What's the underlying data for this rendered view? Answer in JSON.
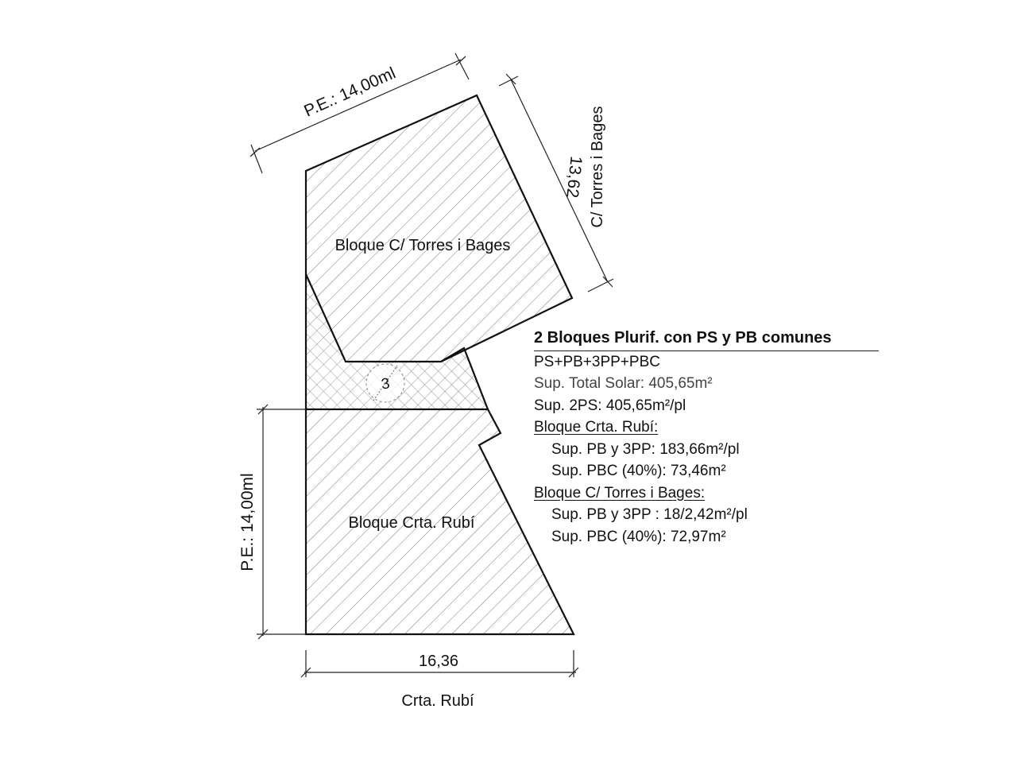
{
  "blocks": {
    "top": {
      "label": "Bloque C/ Torres i Bages"
    },
    "bottom": {
      "label": "Bloque Crta. Rubí"
    },
    "shared_marker": "3"
  },
  "dimensions": {
    "top_edge": "P.E.: 14,00ml",
    "right_edge_value": "13,62",
    "left_edge": "P.E.: 14,00ml",
    "bottom_edge": "16,36"
  },
  "streets": {
    "right": "C/ Torres i Bages",
    "bottom": "Crta. Rubí"
  },
  "info": {
    "title": "2 Bloques Plurif. con PS y PB comunes",
    "lines": [
      {
        "text": "PS+PB+3PP+PBC",
        "style": "plain"
      },
      {
        "text": "Sup. Total Solar: 405,65m²",
        "style": "plain"
      },
      {
        "text": "Sup. 2PS: 405,65m²/pl",
        "style": "plain"
      },
      {
        "text": "Bloque Crta. Rubí:",
        "style": "underline"
      },
      {
        "text": "Sup. PB y 3PP: 183,66m²/pl",
        "style": "indent"
      },
      {
        "text": "Sup. PBC (40%): 73,46m²",
        "style": "indent"
      },
      {
        "text": "Bloque C/ Torres i Bages:",
        "style": "underline"
      },
      {
        "text": "Sup. PB y 3PP : 18/2,42m²/pl",
        "style": "indent"
      },
      {
        "text": "Sup. PBC (40%): 72,97m²",
        "style": "indent"
      }
    ]
  }
}
